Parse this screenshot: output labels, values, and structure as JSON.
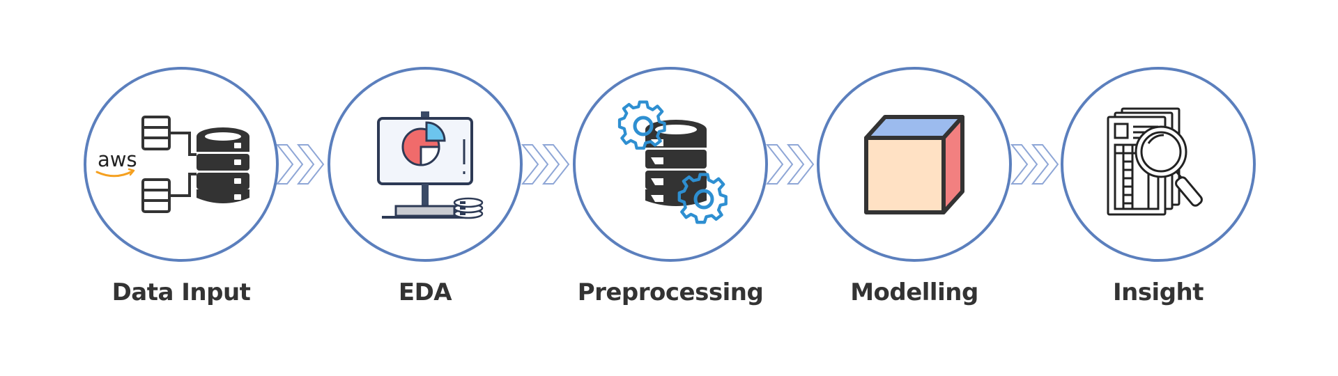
{
  "steps": [
    {
      "label": "Data Input",
      "icon": "aws-database-icon",
      "logo_text": "aws"
    },
    {
      "label": "EDA",
      "icon": "presentation-board-pie-chart-icon"
    },
    {
      "label": "Preprocessing",
      "icon": "database-gears-icon"
    },
    {
      "label": "Modelling",
      "icon": "cube-icon"
    },
    {
      "label": "Insight",
      "icon": "document-magnifier-icon"
    }
  ],
  "colors": {
    "circle_stroke": "#5b7fbd",
    "chevron_stroke": "#8ea6d6",
    "label_text": "#333333",
    "icon_dark": "#333333",
    "gear_blue": "#2e8fd1",
    "pie_red": "#f06b6b",
    "pie_blue": "#6cc5ee",
    "cube_top": "#9cbbee",
    "cube_front": "#ffe1c4",
    "cube_side": "#f28080",
    "aws_orange": "#f5a020"
  }
}
